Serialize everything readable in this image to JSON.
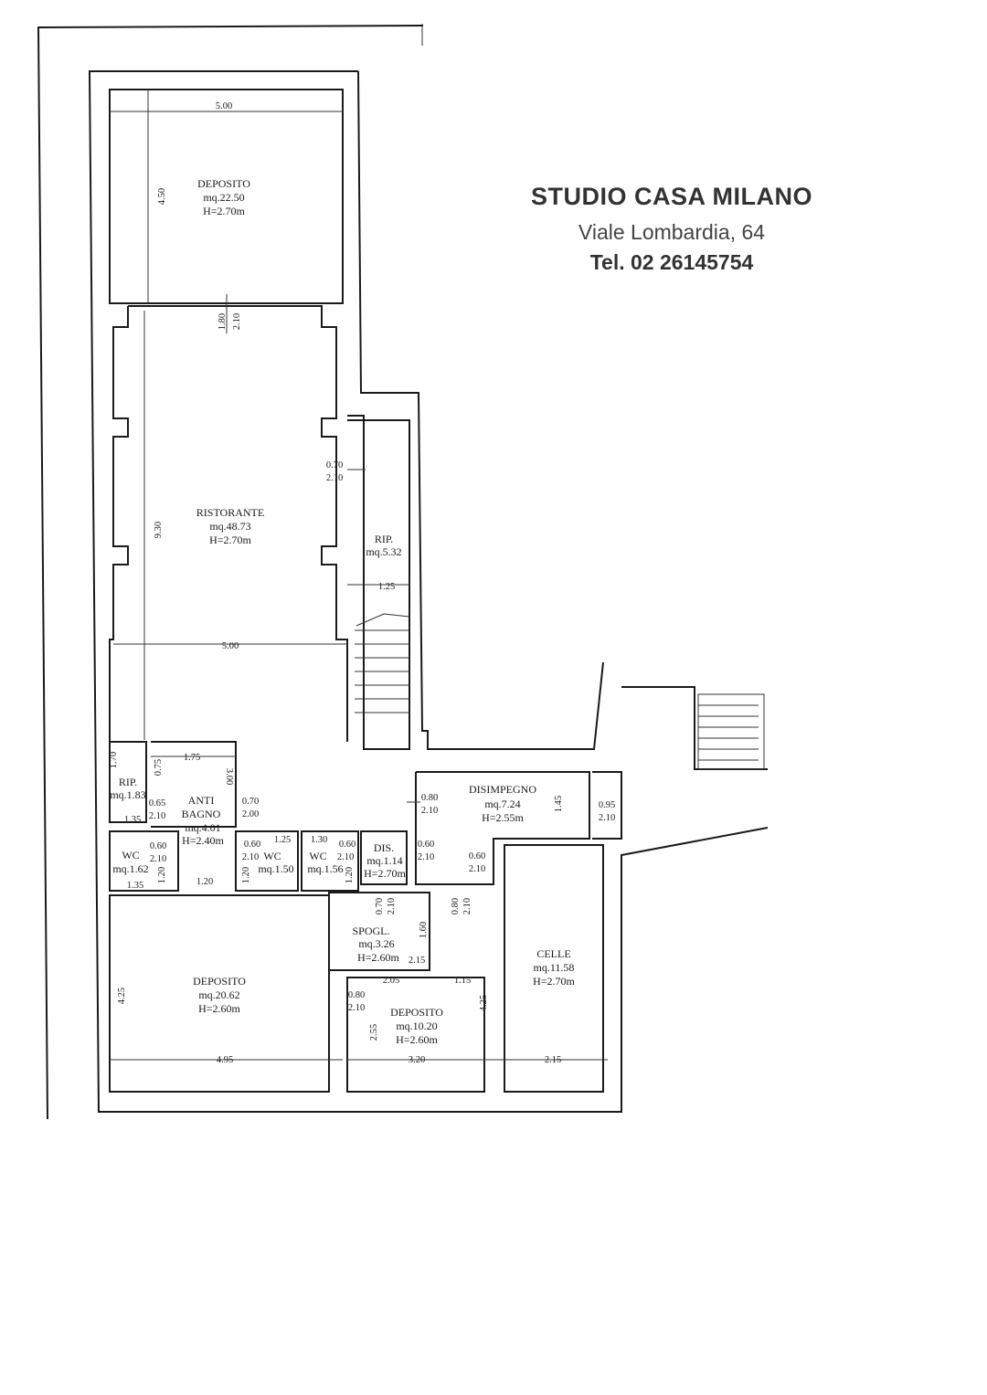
{
  "stamp": {
    "name": "STUDIO CASA MILANO",
    "address": "Viale Lombardia, 64",
    "phone": "Tel. 02 26145754"
  },
  "rooms": {
    "deposito_top": {
      "name": "DEPOSITO",
      "area": "mq.22.50",
      "height": "H=2.70m"
    },
    "ristorante": {
      "name": "RISTORANTE",
      "area": "mq.48.73",
      "height": "H=2.70m"
    },
    "rip_right": {
      "name": "RIP.",
      "area": "mq.5.32"
    },
    "rip_left": {
      "name": "RIP.",
      "area": "mq.1.83"
    },
    "antibagno": {
      "name1": "ANTI",
      "name2": "BAGNO",
      "area": "mq.4.01",
      "height": "H=2.40m"
    },
    "wc1": {
      "name": "WC",
      "area": "mq.1.62"
    },
    "wc2": {
      "name": "WC",
      "area": "mq.1.50"
    },
    "wc3": {
      "name": "WC",
      "area": "mq.1.56"
    },
    "dis": {
      "name": "DIS.",
      "area": "mq.1.14",
      "height": "H=2.70m"
    },
    "disimpegno": {
      "name": "DISIMPEGNO",
      "area": "mq.7.24",
      "height": "H=2.55m"
    },
    "spogl": {
      "name": "SPOGL.",
      "area": "mq.3.26",
      "height": "H=2.60m"
    },
    "deposito_left": {
      "name": "DEPOSITO",
      "area": "mq.20.62",
      "height": "H=2.60m"
    },
    "deposito_small": {
      "name": "DEPOSITO",
      "area": "mq.10.20",
      "height": "H=2.60m"
    },
    "celle": {
      "name": "CELLE",
      "area": "mq.11.58",
      "height": "H=2.70m"
    }
  },
  "dims": {
    "d_500_top": "5.00",
    "d_450": "4.50",
    "d_180": "1.80",
    "d_210_a": "2.10",
    "d_070_a": "0.70",
    "d_210_b": "2.10",
    "d_930": "9.30",
    "d_125": "1.25",
    "d_500_mid": "5.00",
    "d_170": "1.70",
    "d_075": "0.75",
    "d_175": "1.75",
    "d_300": "3.00",
    "d_065": "0.65",
    "d_210_c": "2.10",
    "d_135_a": "1.35",
    "d_070_b": "0.70",
    "d_200": "2.00",
    "d_080_a": "0.80",
    "d_210_d": "2.10",
    "d_145": "1.45",
    "d_095": "0.95",
    "d_210_e": "2.10",
    "d_060_a": "0.60",
    "d_210_f": "2.10",
    "d_120_a": "1.20",
    "d_135_b": "1.35",
    "d_120_b": "1.20",
    "d_060_b": "0.60",
    "d_210_g": "2.10",
    "d_120_c": "1.20",
    "d_125_b": "1.25",
    "d_130": "1.30",
    "d_060_c": "0.60",
    "d_210_h": "2.10",
    "d_120_d": "1.20",
    "d_060_d": "0.60",
    "d_210_i": "2.10",
    "d_060_e": "0.60",
    "d_210_j": "2.10",
    "d_070_c": "0.70",
    "d_210_k": "2.10",
    "d_080_b": "0.80",
    "d_210_l": "2.10",
    "d_160": "1.60",
    "d_215_a": "2.15",
    "d_205": "2.05",
    "d_115": "1.15",
    "d_425_a": "4.25",
    "d_425_b": "4.25",
    "d_080_c": "0.80",
    "d_210_m": "2.10",
    "d_255": "2.55",
    "d_495": "4.95",
    "d_320": "3.20",
    "d_215_b": "2.15"
  }
}
